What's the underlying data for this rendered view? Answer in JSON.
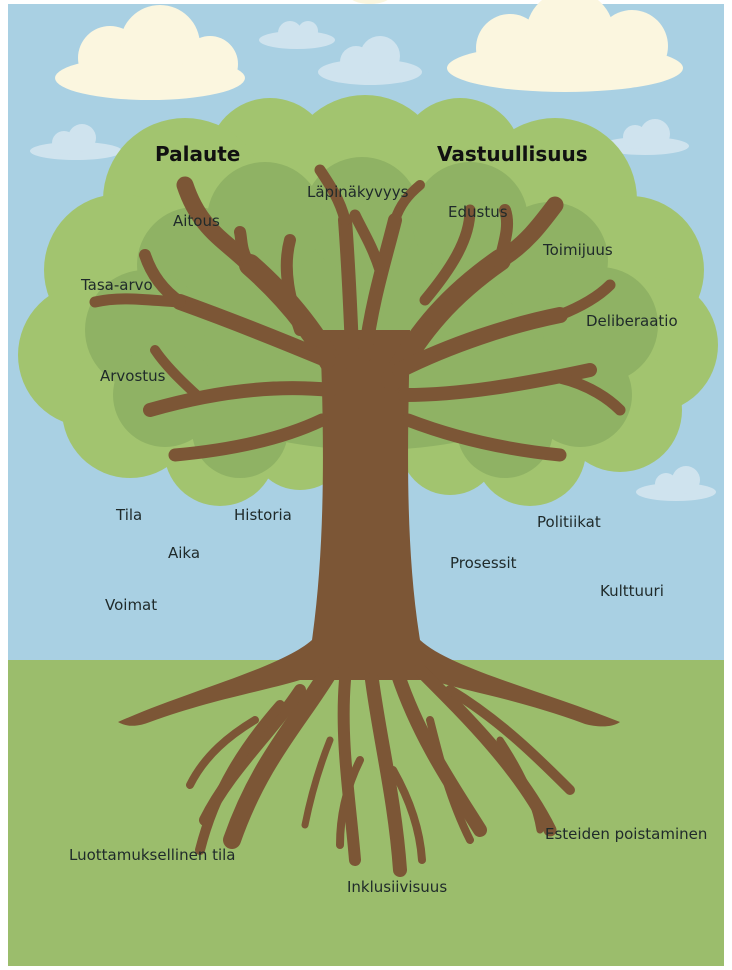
{
  "headings": {
    "left": "Palaute",
    "right": "Vastuullisuus"
  },
  "canopy_labels": {
    "lapinakyvyys": "Läpinäkyvyys",
    "aitous": "Aitous",
    "edustus": "Edustus",
    "toimijuus": "Toimijuus",
    "tasa_arvo": "Tasa-arvo",
    "deliberaatio": "Deliberaatio",
    "arvostus": "Arvostus"
  },
  "trunk_labels": {
    "tila": "Tila",
    "historia": "Historia",
    "aika": "Aika",
    "voimat": "Voimat",
    "politiikat": "Politiikat",
    "prosessit": "Prosessit",
    "kulttuuri": "Kulttuuri"
  },
  "root_labels": {
    "luottamuksellinen_tila": "Luottamuksellinen  tila",
    "inklusiivisuus": "Inklusiivisuus",
    "esteiden_poistaminen": "Esteiden poistaminen"
  },
  "colors": {
    "sky": "#a9d0e3",
    "grass": "#9bbd6c",
    "canopy_light": "#a2c46f",
    "canopy_dark": "#8fb264",
    "trunk": "#7c5636",
    "cloud": "#fbf6df"
  }
}
